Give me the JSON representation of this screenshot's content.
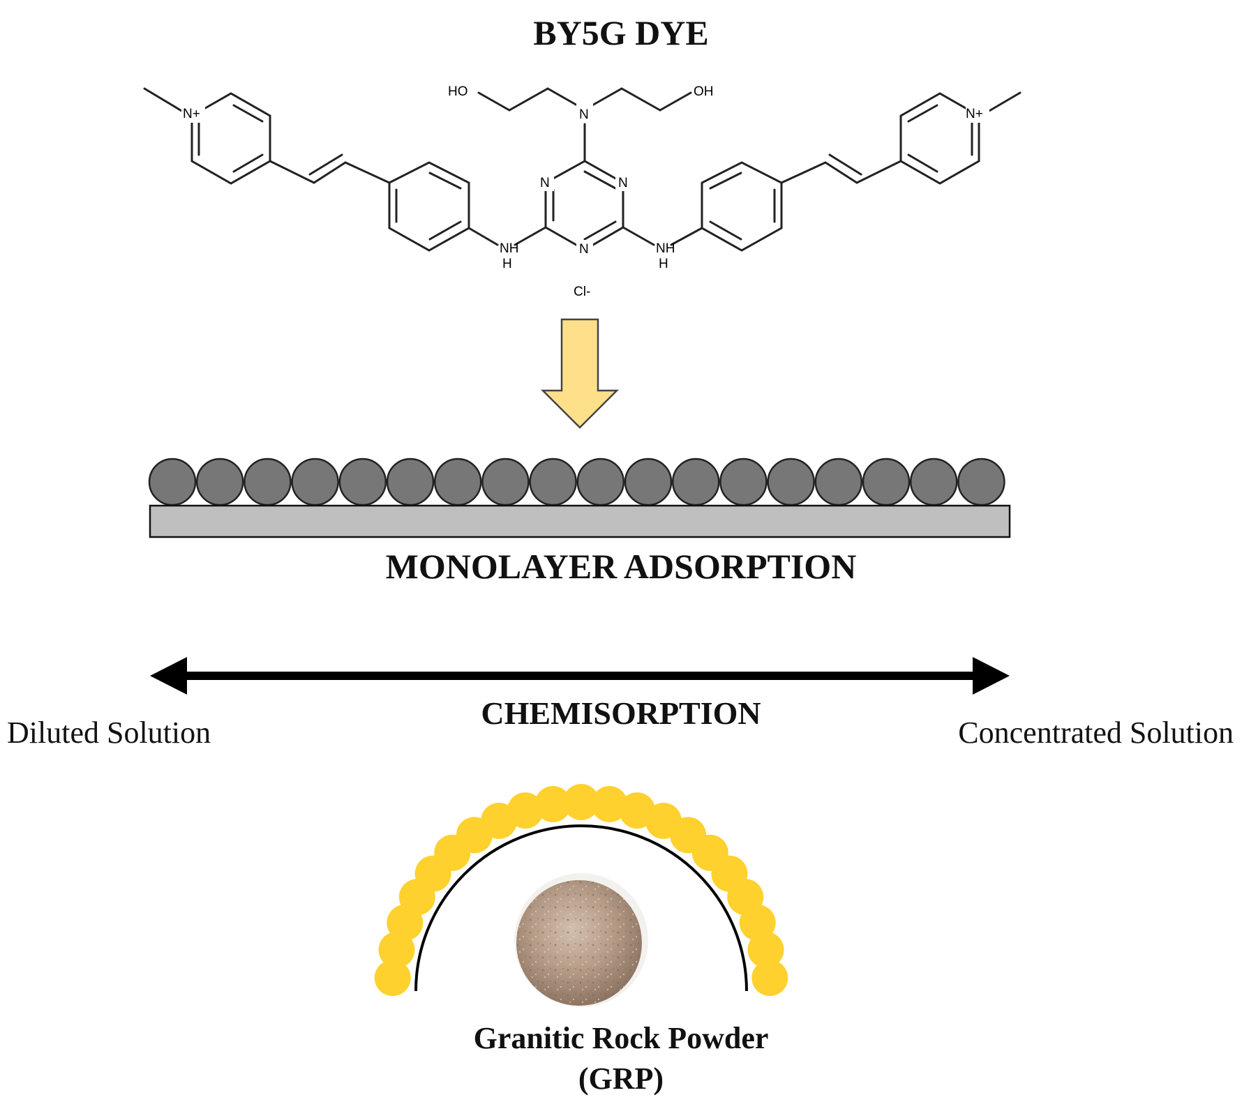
{
  "header": {
    "title": "BY5G DYE"
  },
  "molecule": {
    "atom_labels": {
      "n_plus_left": "N+",
      "n_plus_right": "N+",
      "ho": "HO",
      "oh": "OH",
      "n_amine": "N",
      "n_ring_left": "N",
      "n_ring_right": "N",
      "n_ring_bottom": "N",
      "nh": "NH",
      "h": "H",
      "counterion": "Cl-"
    }
  },
  "process": {
    "arrow_color": "#FFE08A",
    "monolayer_title": "MONOLAYER ADSORPTION",
    "sphere_count": 18,
    "sphere_color": "#777777",
    "surface_color": "#BFBFBF"
  },
  "scale": {
    "title": "CHEMISORPTION",
    "left_label": "Diluted Solution",
    "right_label": "Concentrated Solution"
  },
  "particle": {
    "title_line1": "Granitic Rock Powder",
    "title_line2": "(GRP)",
    "dye_color": "#FFD12E",
    "dye_count": 21,
    "powder_color": "#B59B86"
  }
}
